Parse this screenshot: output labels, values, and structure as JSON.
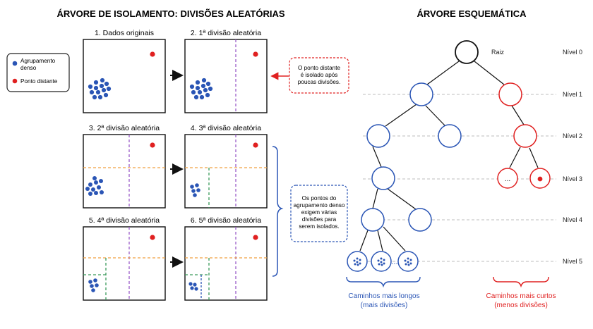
{
  "left_title": "ÁRVORE DE ISOLAMENTO: DIVISÕES ALEATÓRIAS",
  "right_title": "ÁRVORE ESQUEMÁTICA",
  "legend": {
    "dense_label_1": "Agrupamento",
    "dense_label_2": "denso",
    "outlier_label": "Ponto distante"
  },
  "panels": [
    {
      "title": "1. Dados originais"
    },
    {
      "title": "2. 1ª divisão aleatória"
    },
    {
      "title": "3. 2ª divisão aleatória"
    },
    {
      "title": "4. 3ª divisão aleatória"
    },
    {
      "title": "5. 4ª divisão aleatória"
    },
    {
      "title": "6. 5ª divisão aleatória"
    }
  ],
  "callout_red": [
    "O ponto distante",
    "é isolado após",
    "poucas divisões."
  ],
  "callout_blue": [
    "Os pontos do",
    "agrupamento denso",
    "exigem várias",
    "divisões para",
    "serem isolados."
  ],
  "tree": {
    "root_label": "Raiz",
    "levels": [
      "Nível 0",
      "Nível 1",
      "Nível 2",
      "Nível 3",
      "Nível 4",
      "Nível 5"
    ],
    "ellipsis": "..."
  },
  "captions": {
    "long_1": "Caminhos mais longos",
    "long_2": "(mais divisões)",
    "short_1": "Caminhos mais curtos",
    "short_2": "(menos divisões)"
  },
  "colors": {
    "dense": "#2a55b5",
    "outlier": "#e02020",
    "split1": "#9a5cc8",
    "split2": "#f0a040",
    "split3": "#3a9a5a",
    "split5": "#2a55b5",
    "line_tree_blue": "#2a55b5",
    "line_tree_red": "#e02020"
  }
}
